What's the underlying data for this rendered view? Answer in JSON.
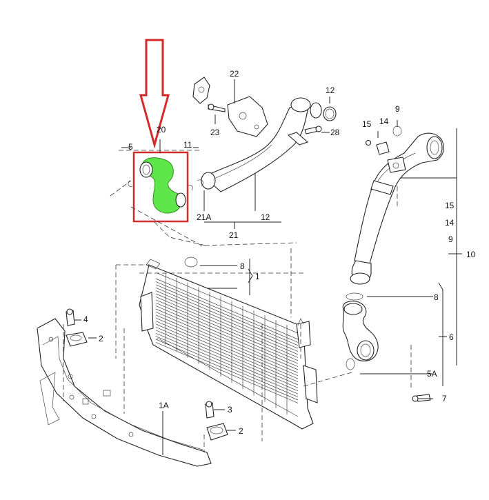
{
  "diagram": {
    "highlight_color": "#5fe64a",
    "arrow_color": "#d42a2a",
    "callouts": {
      "c22": "22",
      "c12a": "12",
      "c23": "23",
      "c28": "28",
      "c20": "20",
      "c5": "5",
      "c11": "11",
      "c21a": "21A",
      "c12b": "12",
      "c21": "21",
      "c15a": "15",
      "c14a": "14",
      "c9a": "9",
      "c15b": "15",
      "c14b": "14",
      "c9b": "9",
      "c10": "10",
      "c8a": "8",
      "c1": "1",
      "c8b": "8",
      "c4": "4",
      "c2a": "2",
      "c6": "6",
      "c5a": "5A",
      "c7": "7",
      "c1a": "1A",
      "c3": "3",
      "c2b": "2"
    }
  }
}
